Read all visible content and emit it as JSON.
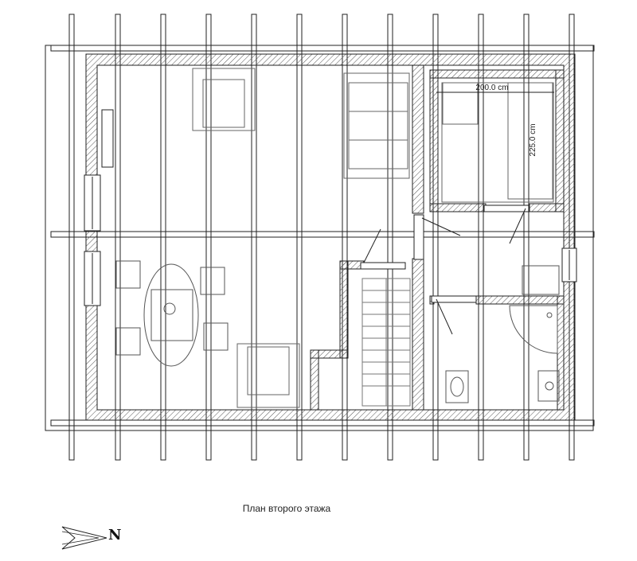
{
  "plan": {
    "title": "План второго этажа",
    "dimension_width": "200.0 cm",
    "dimension_length": "225.0 cm",
    "north_label": "N"
  }
}
